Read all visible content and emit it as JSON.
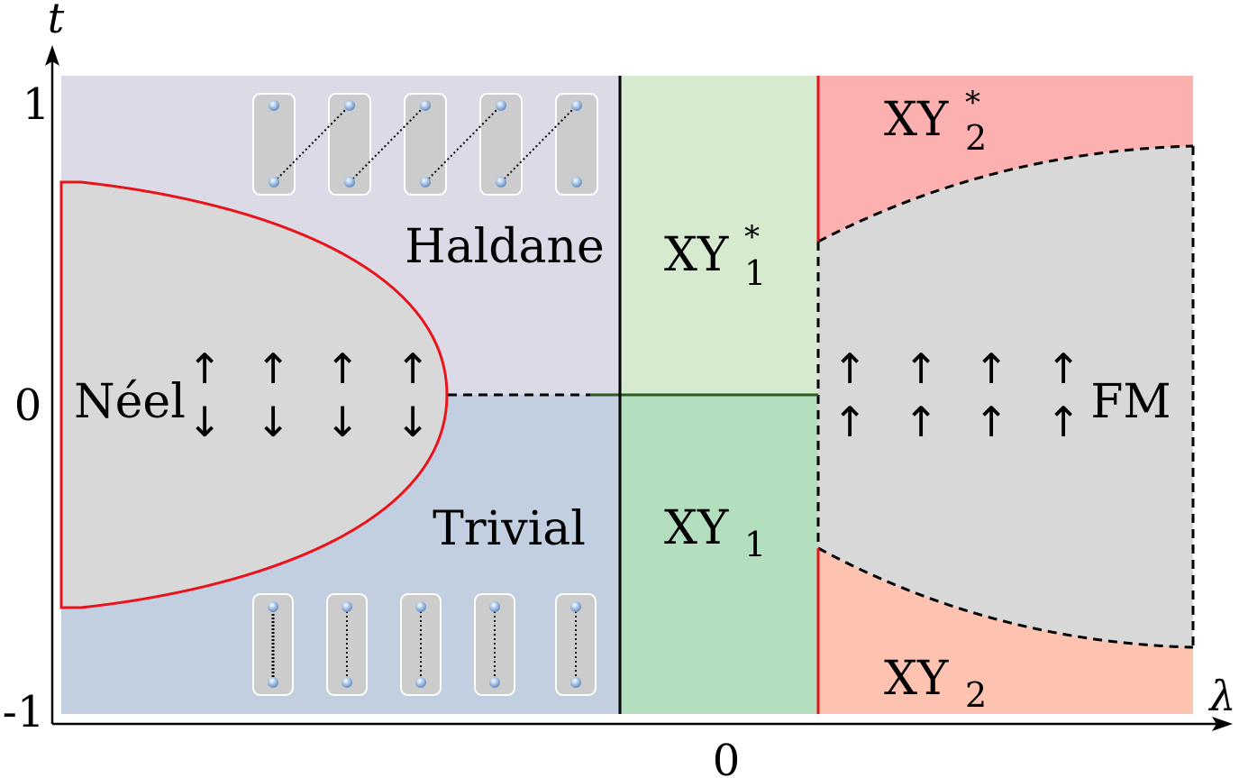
{
  "axes": {
    "x_label": "λ",
    "y_label": "t",
    "x_tick_0": "0",
    "y_tick_top": "1",
    "y_tick_mid": "0",
    "y_tick_bottom": "-1"
  },
  "phases": {
    "neel": "Néel",
    "haldane": "Haldane",
    "trivial": "Trivial",
    "xy1_star_base": "XY",
    "xy1_star_sub": "1",
    "xy1_star_sup": "*",
    "xy1_base": "XY",
    "xy1_sub": "1",
    "xy2_star_base": "XY",
    "xy2_star_sub": "2",
    "xy2_star_sup": "*",
    "xy2_base": "XY",
    "xy2_sub": "2",
    "fm": "FM"
  },
  "spins": {
    "neel_top": "↑",
    "neel_bottom": "↓",
    "fm_top": "↑",
    "fm_bottom": "↑"
  },
  "colors": {
    "haldane": "#dcdae6",
    "trivial": "#c1cfe1",
    "xy1_star": "#d6ead0",
    "xy1": "#b3dfbf",
    "xy2_star": "#fdb0b0",
    "xy2": "#fec3b0",
    "ordered_grey": "#d8d8d8",
    "boundary_red": "#e8141b",
    "boundary_green": "#2f5a1f"
  }
}
